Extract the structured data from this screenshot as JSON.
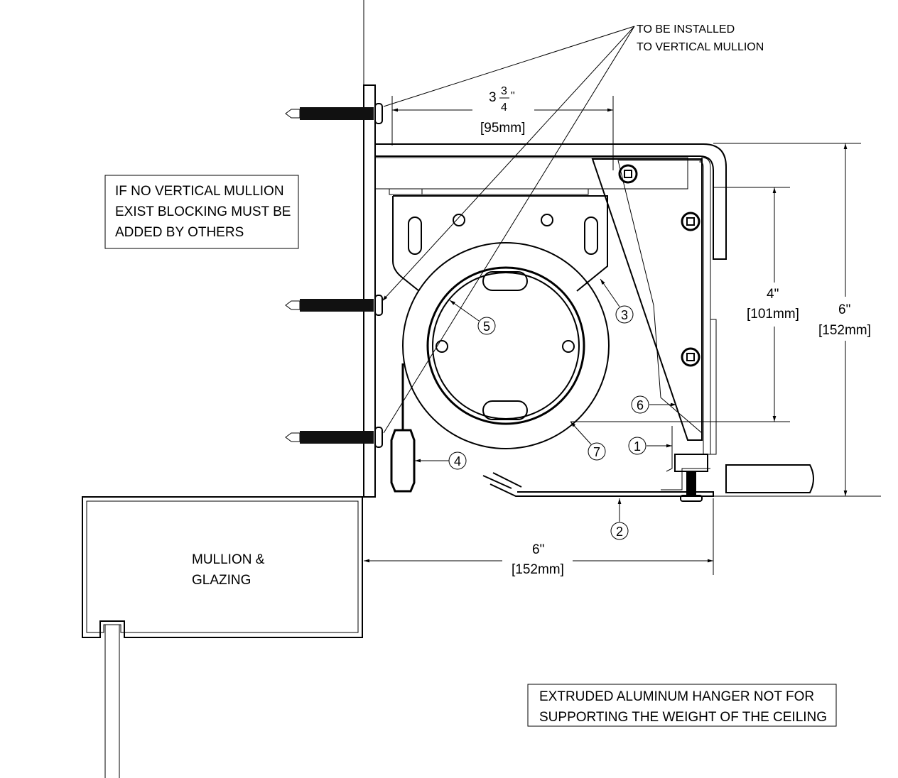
{
  "drawing": {
    "title": "Roller shade pocket section detail",
    "notes": {
      "install_note_line1": "TO BE INSTALLED",
      "install_note_line2": "TO VERTICAL MULLION",
      "blocking_note_line1": "IF NO VERTICAL MULLION",
      "blocking_note_line2": "EXIST BLOCKING MUST BE",
      "blocking_note_line3": "ADDED BY OTHERS",
      "hanger_note_line1": "EXTRUDED ALUMINUM HANGER NOT FOR",
      "hanger_note_line2": "SUPPORTING THE WEIGHT OF THE CEILING",
      "mullion_line1": "MULLION &",
      "mullion_line2": "GLAZING"
    },
    "dimensions": {
      "top_width": {
        "whole": "3",
        "numerator": "3",
        "denominator": "4",
        "unit": "\"",
        "metric": "[95mm]"
      },
      "inner_height": {
        "imperial": "4\"",
        "metric": "[101mm]"
      },
      "overall_height": {
        "imperial": "6\"",
        "metric": "[152mm]"
      },
      "overall_width": {
        "imperial": "6\"",
        "metric": "[152mm]"
      }
    },
    "callouts": [
      "1",
      "2",
      "3",
      "4",
      "5",
      "6",
      "7"
    ]
  }
}
